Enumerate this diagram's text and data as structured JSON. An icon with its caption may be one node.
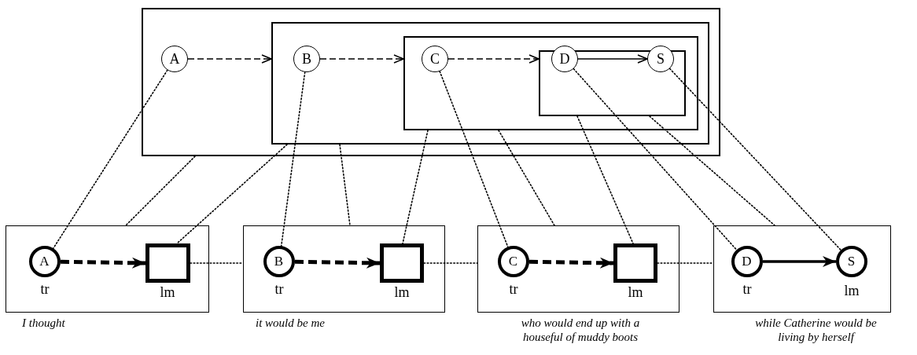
{
  "diagram": {
    "nodes": [
      {
        "text": [],
        "shape": "box"
      },
      {
        "text": [
          "A"
        ],
        "in": 0
      },
      {
        "text": [],
        "shape": "box",
        "in": 0
      },
      {
        "text": [
          "B"
        ],
        "in": 2
      },
      {
        "text": [],
        "shape": "box",
        "in": 2
      },
      {
        "text": [
          "C"
        ],
        "in": 4
      },
      {
        "text": [],
        "shape": "box",
        "in": 4
      },
      {
        "text": [
          "D"
        ],
        "in": 6
      },
      {
        "text": [
          "S"
        ],
        "in": 6
      },
      {
        "text": [],
        "shape": "box",
        "beside": [
          "I thought"
        ]
      },
      {
        "text": [
          "A"
        ],
        "in": 9,
        "beside": [
          "tr"
        ]
      },
      {
        "text": [],
        "shape": "box",
        "in": 9,
        "beside": [
          "lm"
        ]
      },
      {
        "text": [],
        "shape": "box",
        "beside": [
          "it would be me"
        ]
      },
      {
        "text": [
          "B"
        ],
        "in": 12,
        "beside": [
          "tr"
        ]
      },
      {
        "text": [],
        "shape": "box",
        "in": 12,
        "beside": [
          "lm"
        ]
      },
      {
        "text": [],
        "shape": "box",
        "beside": [
          "who would end up with a houseful of muddy boots"
        ]
      },
      {
        "text": [
          "C"
        ],
        "in": 15,
        "beside": [
          "tr"
        ]
      },
      {
        "text": [],
        "shape": "box",
        "in": 15,
        "beside": [
          "lm"
        ]
      },
      {
        "text": [],
        "shape": "box",
        "beside": [
          "while Catherine would be living by herself"
        ]
      },
      {
        "text": [
          "D"
        ],
        "in": 18,
        "beside": [
          "tr"
        ]
      },
      {
        "text": [
          "S"
        ],
        "in": 18,
        "beside": [
          "lm"
        ]
      }
    ],
    "edges": [
      {
        "from": 1,
        "to": 2,
        "arrow": "to",
        "style": "dashed"
      },
      {
        "from": 3,
        "to": 4,
        "arrow": "to",
        "style": "dashed"
      },
      {
        "from": 5,
        "to": 6,
        "arrow": "to",
        "style": "dashed"
      },
      {
        "from": 7,
        "to": 8,
        "arrow": "to"
      },
      {
        "from": 10,
        "to": 11,
        "arrow": "to",
        "style": "dashed"
      },
      {
        "from": 13,
        "to": 14,
        "arrow": "to",
        "style": "dashed"
      },
      {
        "from": 16,
        "to": 17,
        "arrow": "to",
        "style": "dashed"
      },
      {
        "from": 19,
        "to": 20,
        "arrow": "to",
        "style": "thick"
      },
      {
        "from": 11,
        "to": 12,
        "arrow": "none",
        "style": "dashed"
      },
      {
        "from": 14,
        "to": 15,
        "arrow": "none",
        "style": "dashed"
      },
      {
        "from": 17,
        "to": 18,
        "arrow": "none",
        "style": "dashed"
      },
      {
        "from": 1,
        "to": 10,
        "arrow": "none",
        "style": "dashed"
      },
      {
        "from": 0,
        "to": 9,
        "arrow": "none",
        "style": "dashed"
      },
      {
        "from": 2,
        "to": 11,
        "arrow": "none",
        "style": "dashed"
      },
      {
        "from": 3,
        "to": 13,
        "arrow": "none",
        "style": "dashed"
      },
      {
        "from": 2,
        "to": 12,
        "arrow": "none",
        "style": "dashed"
      },
      {
        "from": 4,
        "to": 14,
        "arrow": "none",
        "style": "dashed"
      },
      {
        "from": 5,
        "to": 16,
        "arrow": "none",
        "style": "dashed"
      },
      {
        "from": 4,
        "to": 15,
        "arrow": "none",
        "style": "dashed"
      },
      {
        "from": 6,
        "to": 17,
        "arrow": "none",
        "style": "dashed"
      },
      {
        "from": 7,
        "to": 19,
        "arrow": "none",
        "style": "dashed"
      },
      {
        "from": 6,
        "to": 18,
        "arrow": "none",
        "style": "dashed"
      },
      {
        "from": 8,
        "to": 20,
        "arrow": "none",
        "style": "dashed"
      }
    ]
  }
}
